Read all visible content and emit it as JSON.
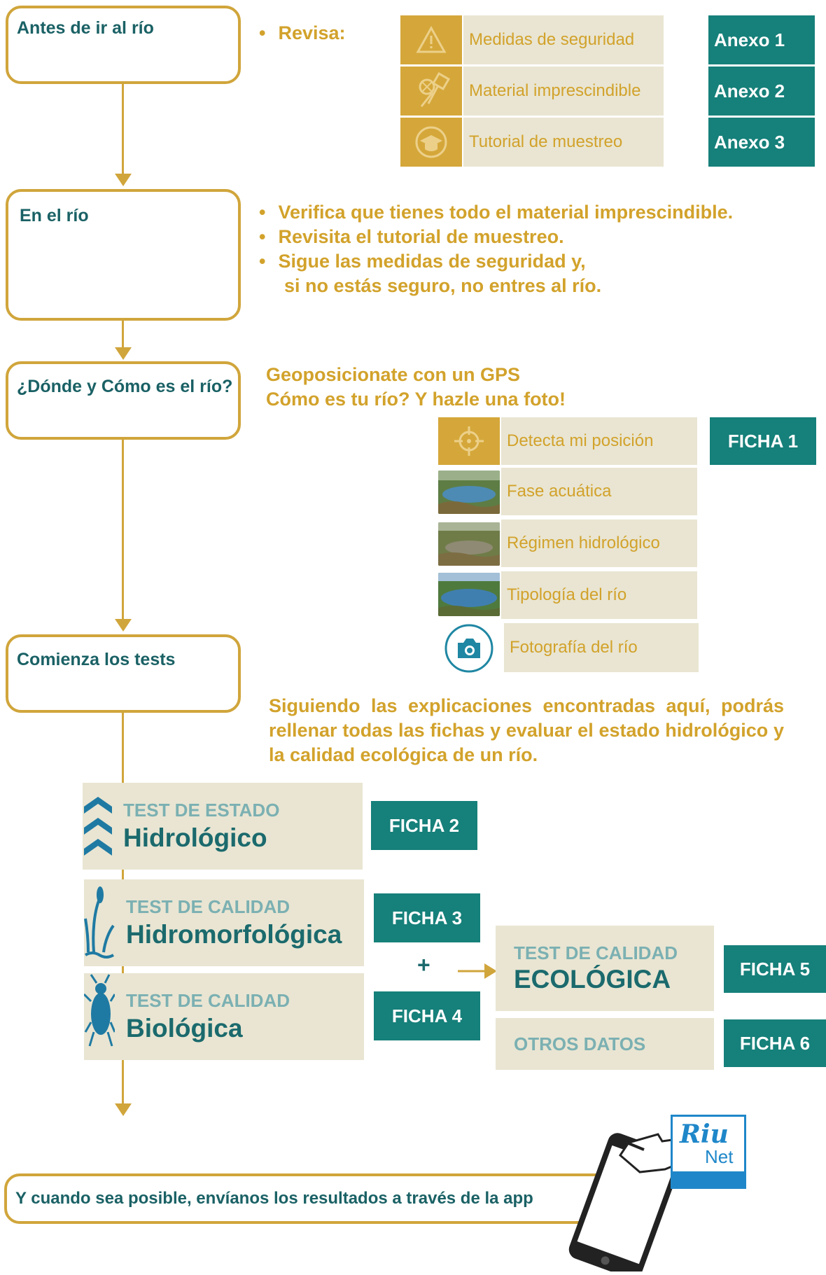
{
  "steps": {
    "before": "Antes de ir al río",
    "at_river": "En el río",
    "where": "¿Dónde y Cómo es el río?",
    "tests": "Comienza los tests"
  },
  "revisa": "Revisa:",
  "annex_items": [
    {
      "label": "Medidas de seguridad",
      "badge": "Anexo 1",
      "icon": "warning-icon"
    },
    {
      "label": "Material imprescindible",
      "badge": "Anexo 2",
      "icon": "net-icon"
    },
    {
      "label": "Tutorial de muestreo",
      "badge": "Anexo 3",
      "icon": "graduation-cap-icon"
    }
  ],
  "river_bullets": [
    "Verifica que tienes todo el material imprescindible.",
    "Revisita el tutorial de muestreo.",
    "Sigue las medidas de seguridad y,",
    "si no estás seguro, no entres al río."
  ],
  "gps": {
    "line1": "Geoposicionate con un GPS",
    "line2": "Cómo es tu río? Y hazle una foto!"
  },
  "ficha_items": [
    {
      "label": "Detecta mi posición",
      "icon": "crosshair-icon"
    },
    {
      "label": "Fase acuática",
      "icon": "river-photo"
    },
    {
      "label": "Régimen hidrológico",
      "icon": "river-photo"
    },
    {
      "label": "Tipología del río",
      "icon": "river-photo"
    },
    {
      "label": "Fotografía del río",
      "icon": "camera-icon"
    }
  ],
  "ficha_labels": {
    "f1": "FICHA 1",
    "f2": "FICHA 2",
    "f3": "FICHA 3",
    "f4": "FICHA 4",
    "f5": "FICHA 5",
    "f6": "FICHA 6"
  },
  "explanation": [
    "Siguiendo las explicaciones encontradas aquí, podrás",
    "rellenar todas las fichas y evaluar el estado hidrológico",
    "y la calidad ecológica de un río."
  ],
  "tests": {
    "hydro": {
      "sub": "TEST DE ESTADO",
      "main": "Hidrológico"
    },
    "morph": {
      "sub": "TEST DE CALIDAD",
      "main": "Hidromorfológica"
    },
    "bio": {
      "sub": "TEST DE CALIDAD",
      "main": "Biológica"
    },
    "eco": {
      "sub": "TEST DE CALIDAD",
      "main": "ECOLÓGICA"
    },
    "other": "OTROS DATOS"
  },
  "plus": "+",
  "final": "Y cuando sea posible, envíanos los resultados a través de la app",
  "app_logo": {
    "line1": "Riu",
    "line2": "Net"
  },
  "colors": {
    "gold": "#d2a22b",
    "teal": "#16807a",
    "tile": "#e9e5d2",
    "dark_teal": "#1a6165"
  }
}
